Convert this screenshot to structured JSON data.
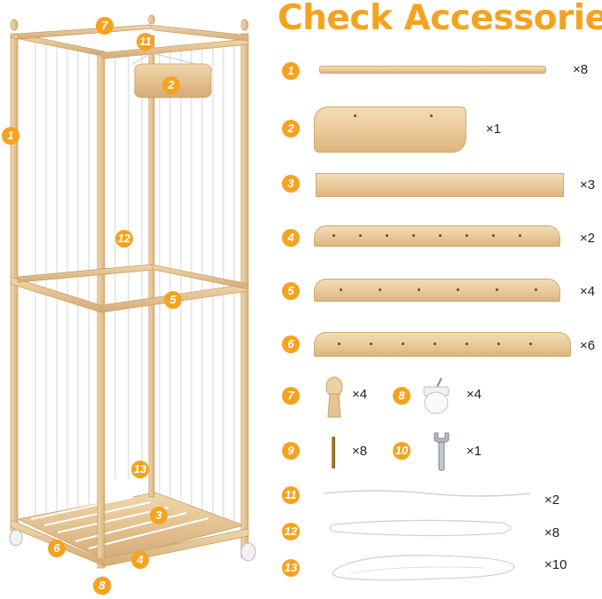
{
  "title": "Check Accessories",
  "palette": {
    "accent": "#f5a31f",
    "wood": "#e9c998",
    "wood_dark": "#cfa873"
  },
  "diagram_labels": [
    "7",
    "11",
    "2",
    "1",
    "12",
    "5",
    "13",
    "3",
    "6",
    "4",
    "8"
  ],
  "accessories": [
    {
      "num": "1",
      "qty": "×8",
      "icon": "wooden-rod"
    },
    {
      "num": "2",
      "qty": "×1",
      "icon": "decorative-plaque"
    },
    {
      "num": "3",
      "qty": "×3",
      "icon": "flat-board"
    },
    {
      "num": "4",
      "qty": "×2",
      "icon": "drilled-rail-long"
    },
    {
      "num": "5",
      "qty": "×4",
      "icon": "drilled-rail-short"
    },
    {
      "num": "6",
      "qty": "×6",
      "icon": "drilled-rail-wide"
    },
    {
      "num": "7",
      "qty": "×4",
      "icon": "wooden-finial"
    },
    {
      "num": "8",
      "qty": "×4",
      "icon": "caster-wheel"
    },
    {
      "num": "9",
      "qty": "×8",
      "icon": "metal-pin"
    },
    {
      "num": "10",
      "qty": "×1",
      "icon": "wrench"
    },
    {
      "num": "11",
      "qty": "×2",
      "icon": "string-short"
    },
    {
      "num": "12",
      "qty": "×8",
      "icon": "string-loop"
    },
    {
      "num": "13",
      "qty": "×10",
      "icon": "string-loop-large"
    }
  ]
}
